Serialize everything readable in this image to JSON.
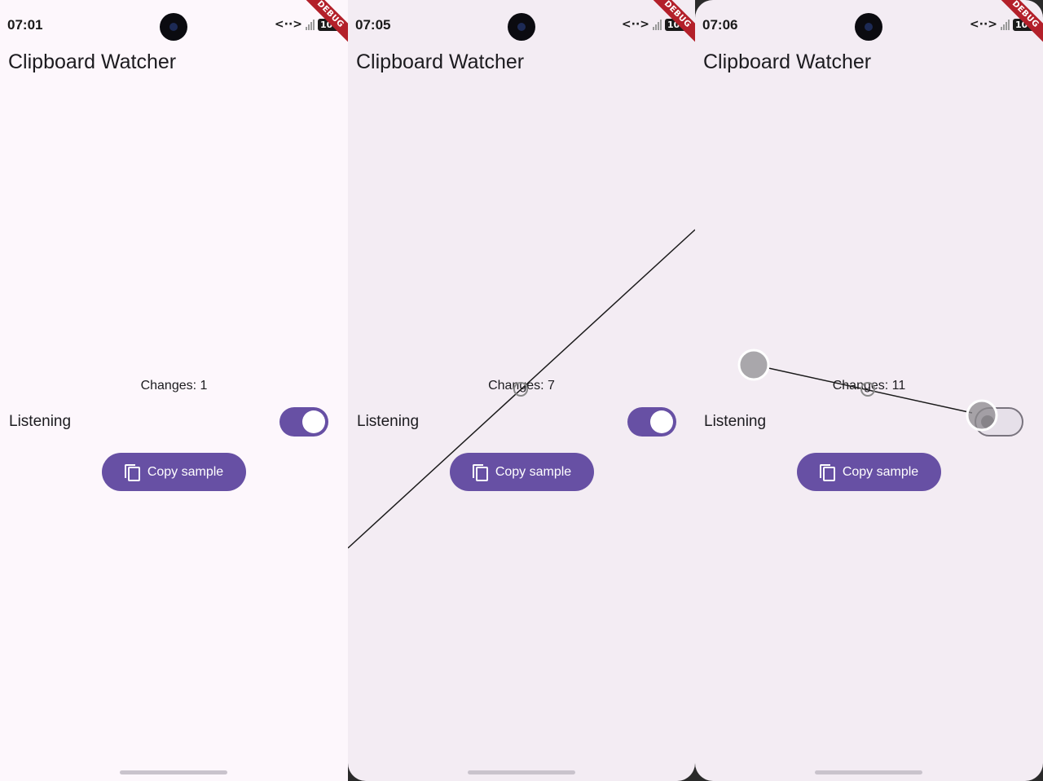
{
  "app": {
    "title": "Clipboard Watcher"
  },
  "screens": [
    {
      "time": "07:01",
      "battery": "100",
      "debug": "DEBUG",
      "changes": "Changes: 1",
      "listening_label": "Listening",
      "switch_on": true,
      "copy_label": "Copy sample"
    },
    {
      "time": "07:05",
      "battery": "100",
      "debug": "DEBUG",
      "changes": "Changes: 7",
      "listening_label": "Listening",
      "switch_on": true,
      "copy_label": "Copy sample"
    },
    {
      "time": "07:06",
      "battery": "100",
      "debug": "DEBUG",
      "changes": "Changes: 11",
      "listening_label": "Listening",
      "switch_on": false,
      "copy_label": "Copy sample"
    }
  ],
  "colors": {
    "primary": "#6750a4",
    "debug": "#b3202a",
    "background": "#fdf7fc"
  },
  "icons": {
    "copy": "copy-icon",
    "code": "code-icon",
    "signal": "signal-icon",
    "battery": "battery-icon"
  }
}
